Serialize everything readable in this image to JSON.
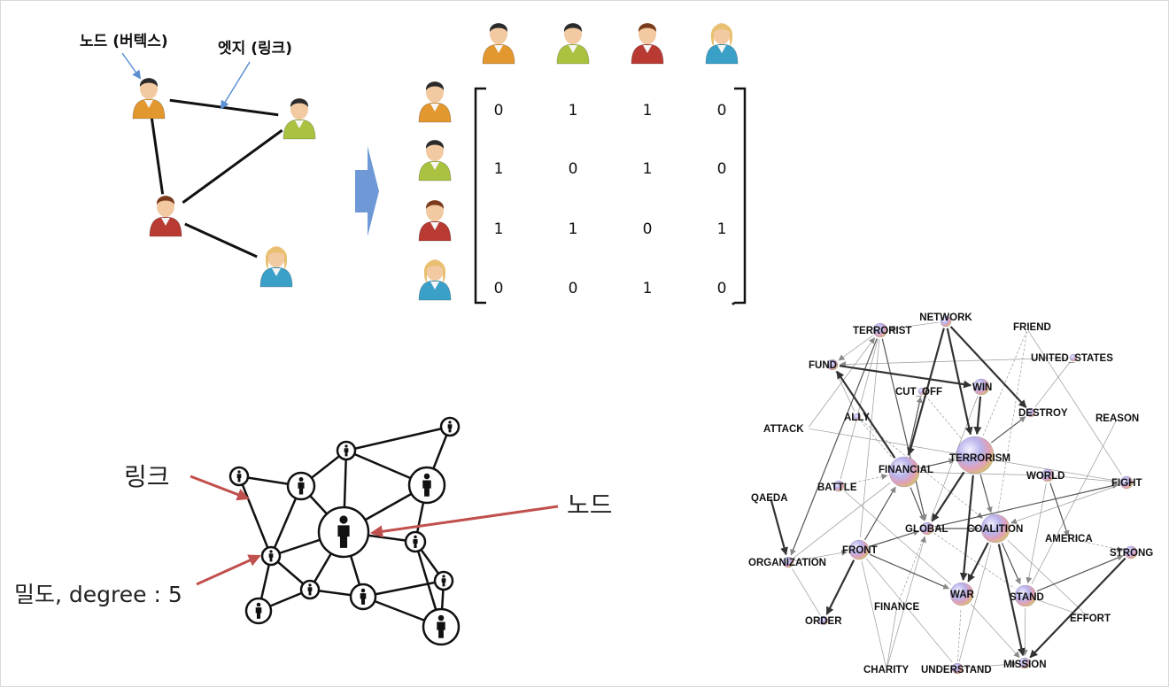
{
  "top_diagram": {
    "node_label": "노드 (버텍스)",
    "edge_label": "엣지 (링크)",
    "person_colors": [
      "#e2972f",
      "#a9c23f",
      "#b83a32",
      "#3aa0c8"
    ],
    "hair_colors": [
      "#2b2b2b",
      "#2b2b2b",
      "#7a3a1c",
      "#e8c070"
    ],
    "edges": [
      [
        0,
        1
      ],
      [
        0,
        2
      ],
      [
        2,
        1
      ],
      [
        2,
        3
      ]
    ],
    "arrow_color": "#5b8fd0"
  },
  "matrix": {
    "rows": [
      [
        "0",
        "1",
        "1",
        "0"
      ],
      [
        "1",
        "0",
        "1",
        "0"
      ],
      [
        "1",
        "1",
        "0",
        "1"
      ],
      [
        "0",
        "0",
        "1",
        "0"
      ]
    ]
  },
  "bottom_diagram": {
    "link_label": "링크",
    "node_label": "노드",
    "degree_label": "밀도, degree : 5",
    "arrow_color": "#c0504d"
  },
  "word_network": {
    "words": [
      "NETWORK",
      "FRIEND",
      "TERRORIST",
      "UNITED_STATES",
      "FUND",
      "WIN",
      "CUT_OFF",
      "DESTROY",
      "ALLY",
      "REASON",
      "ATTACK",
      "TERRORISM",
      "FINANCIAL",
      "WORLD",
      "FIGHT",
      "BATTLE",
      "QAEDA",
      "COALITION",
      "GLOBAL",
      "AMERICA",
      "FRONT",
      "STRONG",
      "ORGANIZATION",
      "WAR",
      "STAND",
      "FINANCE",
      "EFFORT",
      "ORDER",
      "CHARITY",
      "UNDERSTAND",
      "MISSION"
    ]
  }
}
